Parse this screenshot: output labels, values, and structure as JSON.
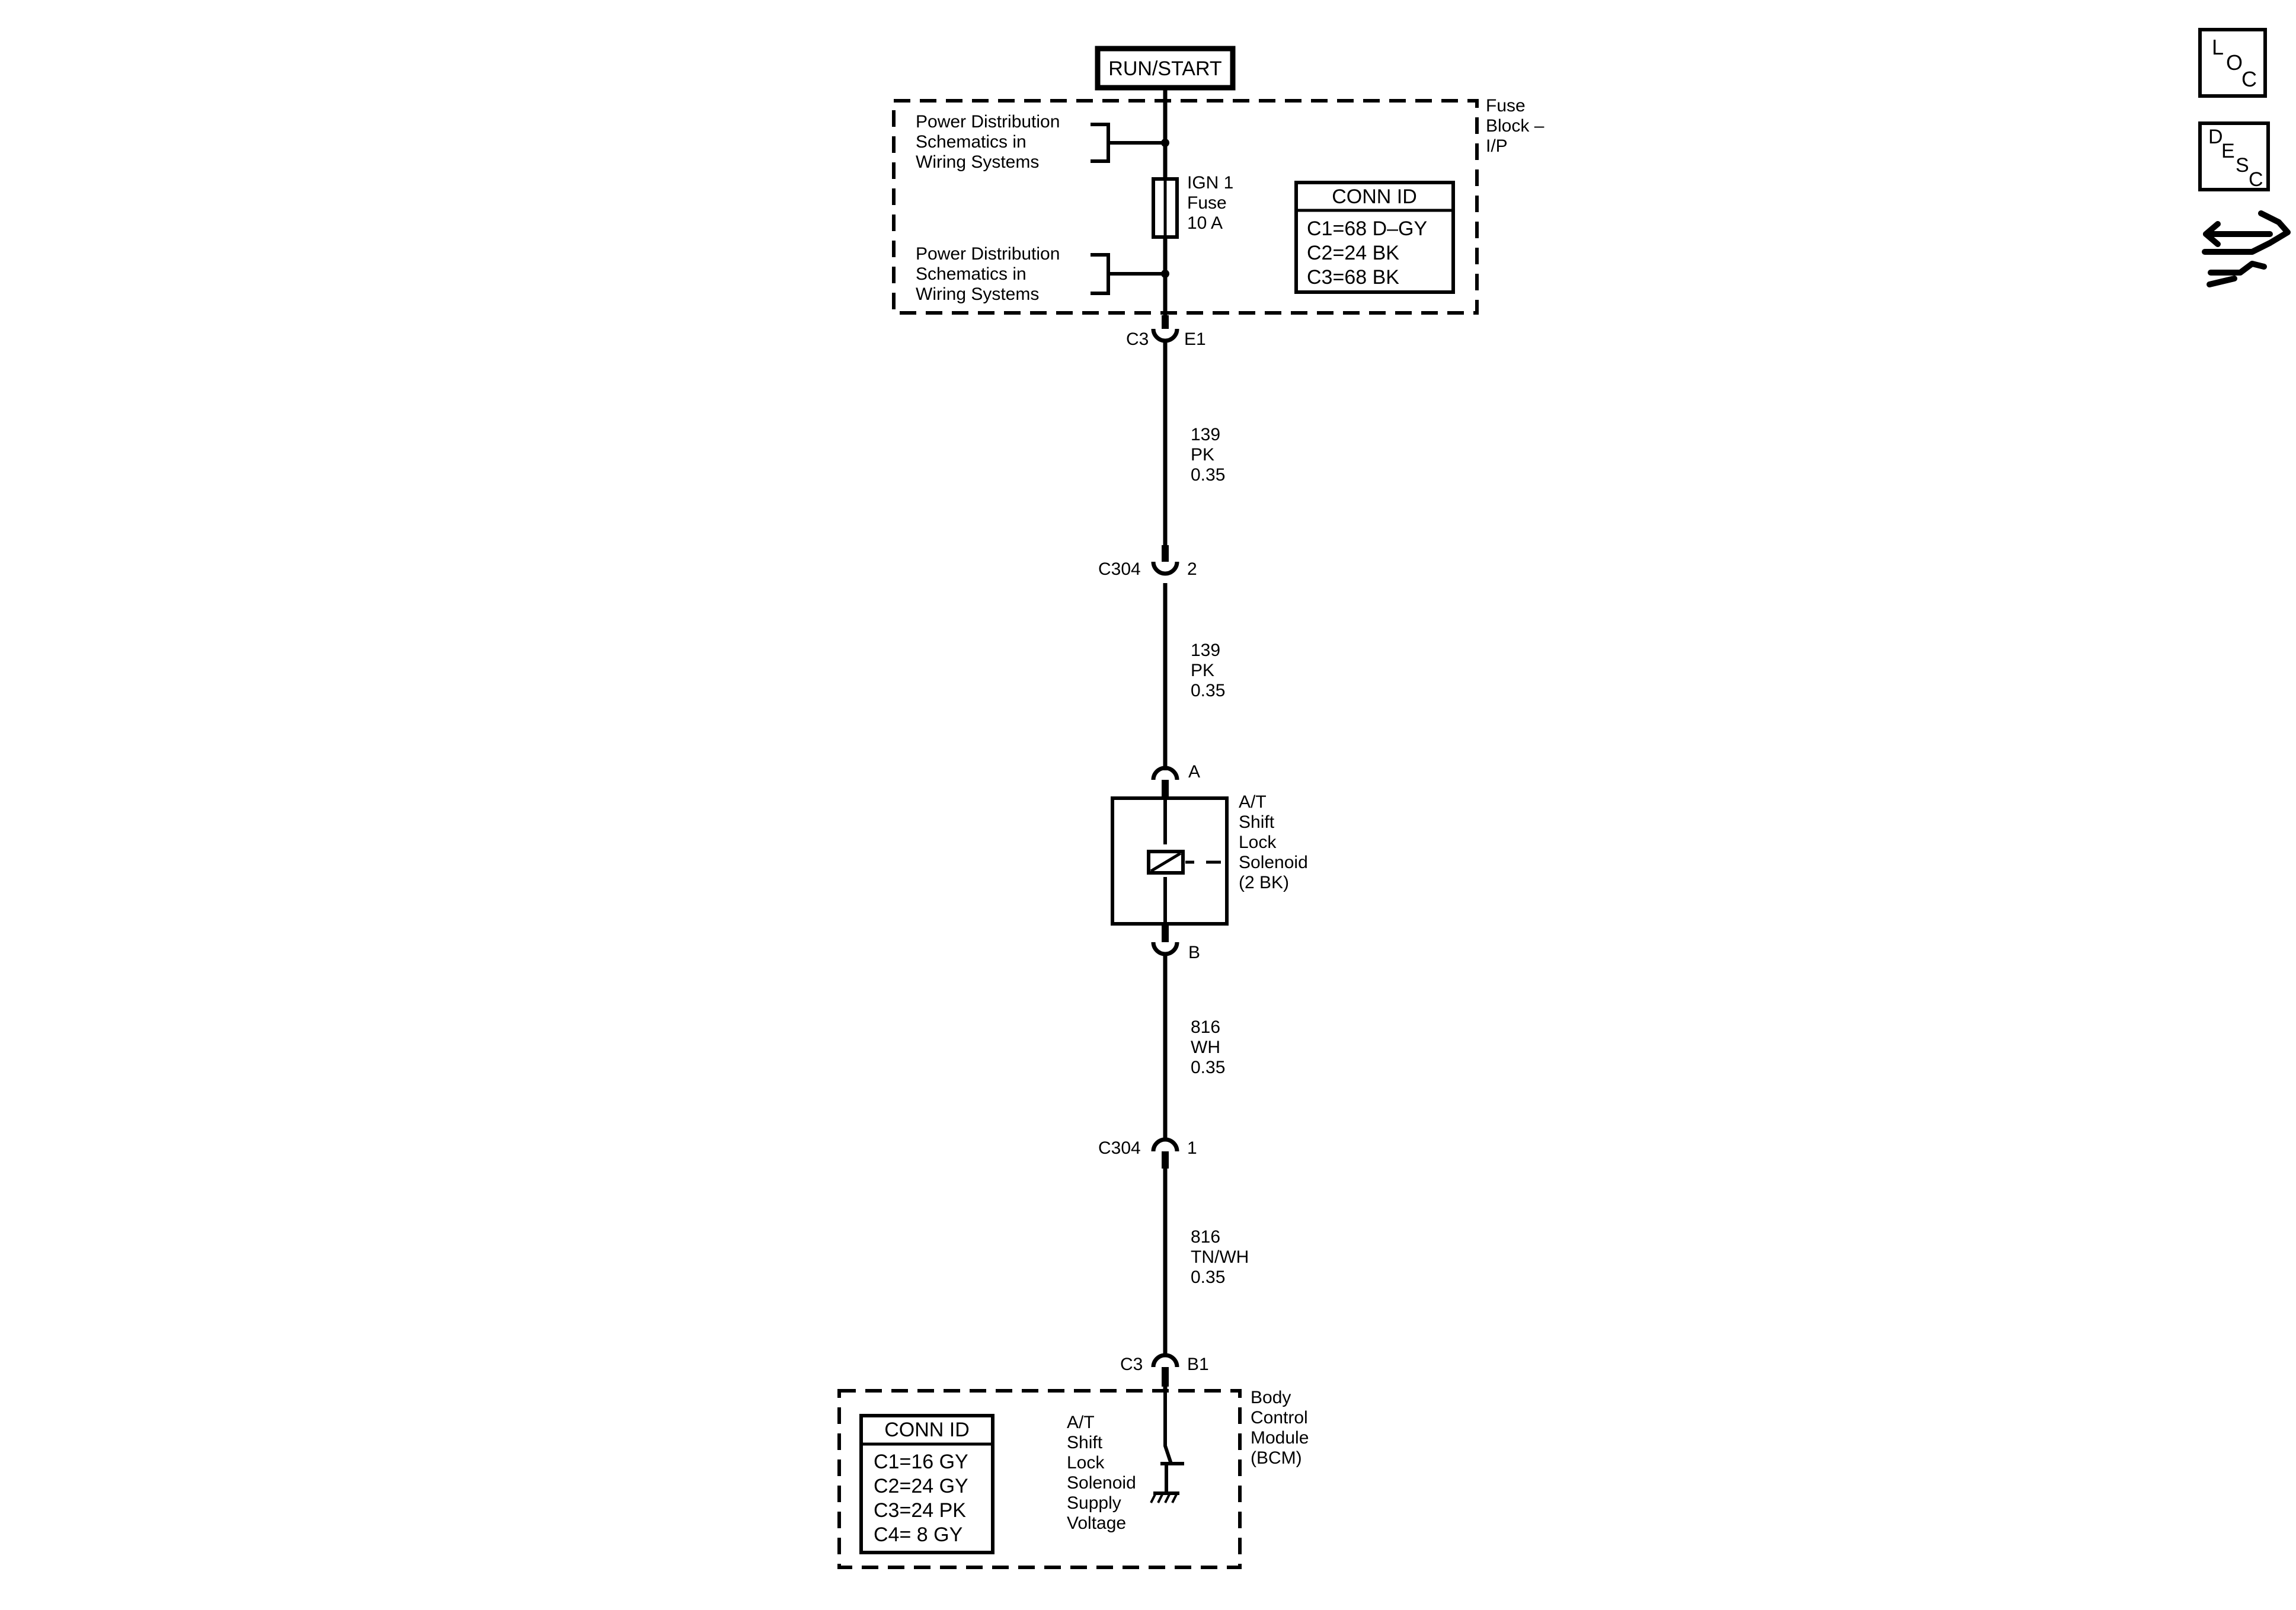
{
  "power": {
    "label": "RUN/START"
  },
  "fuse_block": {
    "name_lines": [
      "Fuse",
      "Block –",
      "I/P"
    ],
    "ref_top": [
      "Power Distribution",
      "Schematics in",
      "Wiring Systems"
    ],
    "ref_bottom": [
      "Power Distribution",
      "Schematics in",
      "Wiring Systems"
    ],
    "fuse_lines": [
      "IGN 1",
      "Fuse",
      "10 A"
    ],
    "conn_id": {
      "title": "CONN ID",
      "rows": [
        "C1=68 D–GY",
        "C2=24 BK",
        "C3=68 BK"
      ]
    }
  },
  "connectors": {
    "c3_e1": {
      "left": "C3",
      "right": "E1"
    },
    "c304_2": {
      "left": "C304",
      "right": "2"
    },
    "sol_a": "A",
    "sol_b": "B",
    "c304_1": {
      "left": "C304",
      "right": "1"
    },
    "c3_b1": {
      "left": "C3",
      "right": "B1"
    }
  },
  "wires": [
    {
      "lines": [
        "139",
        "PK",
        "0.35"
      ]
    },
    {
      "lines": [
        "139",
        "PK",
        "0.35"
      ]
    },
    {
      "lines": [
        "816",
        "WH",
        "0.35"
      ]
    },
    {
      "lines": [
        "816",
        "TN/WH",
        "0.35"
      ]
    }
  ],
  "solenoid": {
    "lines": [
      "A/T",
      "Shift",
      "Lock",
      "Solenoid",
      "(2 BK)"
    ]
  },
  "bcm": {
    "name_lines": [
      "Body",
      "Control",
      "Module",
      "(BCM)"
    ],
    "signal_lines": [
      "A/T",
      "Shift",
      "Lock",
      "Solenoid",
      "Supply",
      "Voltage"
    ],
    "conn_id": {
      "title": "CONN ID",
      "rows": [
        "C1=16 GY",
        "C2=24 GY",
        "C3=24 PK",
        "C4=  8 GY"
      ]
    }
  },
  "side_icons": {
    "loc": {
      "icon": "loc-icon",
      "letters": [
        "L",
        "O",
        "C"
      ]
    },
    "desc": {
      "icon": "desc-icon",
      "letters": [
        "D",
        "E",
        "S",
        "C"
      ]
    },
    "tool": {
      "icon": "wrench-arrow-icon"
    }
  }
}
